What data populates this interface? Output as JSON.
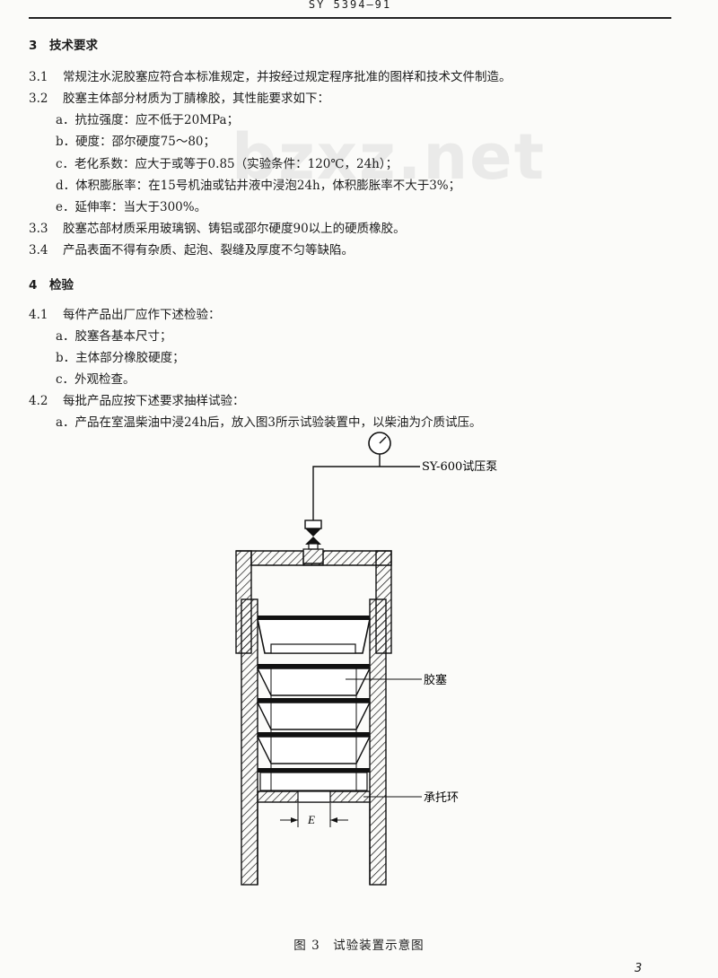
{
  "header": {
    "standard_code": "SY 5394—91"
  },
  "watermark": "bzxz.net",
  "section3": {
    "number": "3",
    "title": "技术要求",
    "items": [
      {
        "num": "3.1",
        "text": "常规注水泥胶塞应符合本标准规定，并按经过规定程序批准的图样和技术文件制造。"
      },
      {
        "num": "3.2",
        "text": "胶塞主体部分材质为丁腈橡胶，其性能要求如下："
      }
    ],
    "sub_items": [
      "a．抗拉强度：应不低于20MPa；",
      "b．硬度：邵尔硬度75～80；",
      "c．老化系数：应大于或等于0.85（实验条件：120℃，24h）；",
      "d．体积膨胀率：在15号机油或钻井液中浸泡24h，体积膨胀率不大于3%；",
      "e．延伸率：当大于300%。"
    ],
    "items2": [
      {
        "num": "3.3",
        "text": "胶塞芯部材质采用玻璃钢、铸铝或邵尔硬度90以上的硬质橡胶。"
      },
      {
        "num": "3.4",
        "text": "产品表面不得有杂质、起泡、裂缝及厚度不匀等缺陷。"
      }
    ]
  },
  "section4": {
    "number": "4",
    "title": "检验",
    "item1": {
      "num": "4.1",
      "text": "每件产品出厂应作下述检验："
    },
    "item1_subs": [
      "a．胶塞各基本尺寸；",
      "b．主体部分橡胶硬度；",
      "c．外观检查。"
    ],
    "item2": {
      "num": "4.2",
      "text": "每批产品应按下述要求抽样试验："
    },
    "item2_subs": [
      "a．产品在室温柴油中浸24h后，放入图3所示试验装置中，以柴油为介质试压。"
    ]
  },
  "figure": {
    "label_pump": "SY-600试压泵",
    "label_plug": "胶塞",
    "label_ring": "承托环",
    "label_dim": "E",
    "caption": "图 3　试验装置示意图"
  },
  "page_number": "3"
}
